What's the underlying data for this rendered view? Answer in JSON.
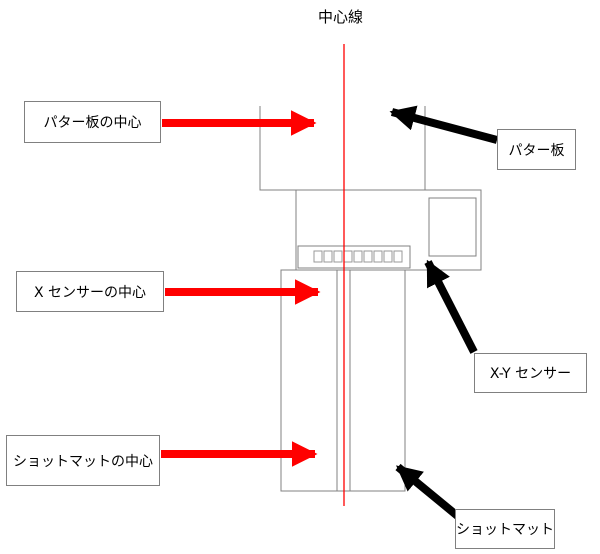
{
  "diagram": {
    "title": "中心線",
    "labels": {
      "putter_center": "パター板の中心",
      "x_sensor_center": "X センサーの中心",
      "shot_mat_center": "ショットマットの中心",
      "putter_board": "パター板",
      "xy_sensor": "X-Y センサー",
      "shot_mat": "ショットマット"
    },
    "colors": {
      "center_line": "#ff0000",
      "red_arrow": "#ff0000",
      "black_arrow": "#000000",
      "outline": "#808080"
    }
  }
}
